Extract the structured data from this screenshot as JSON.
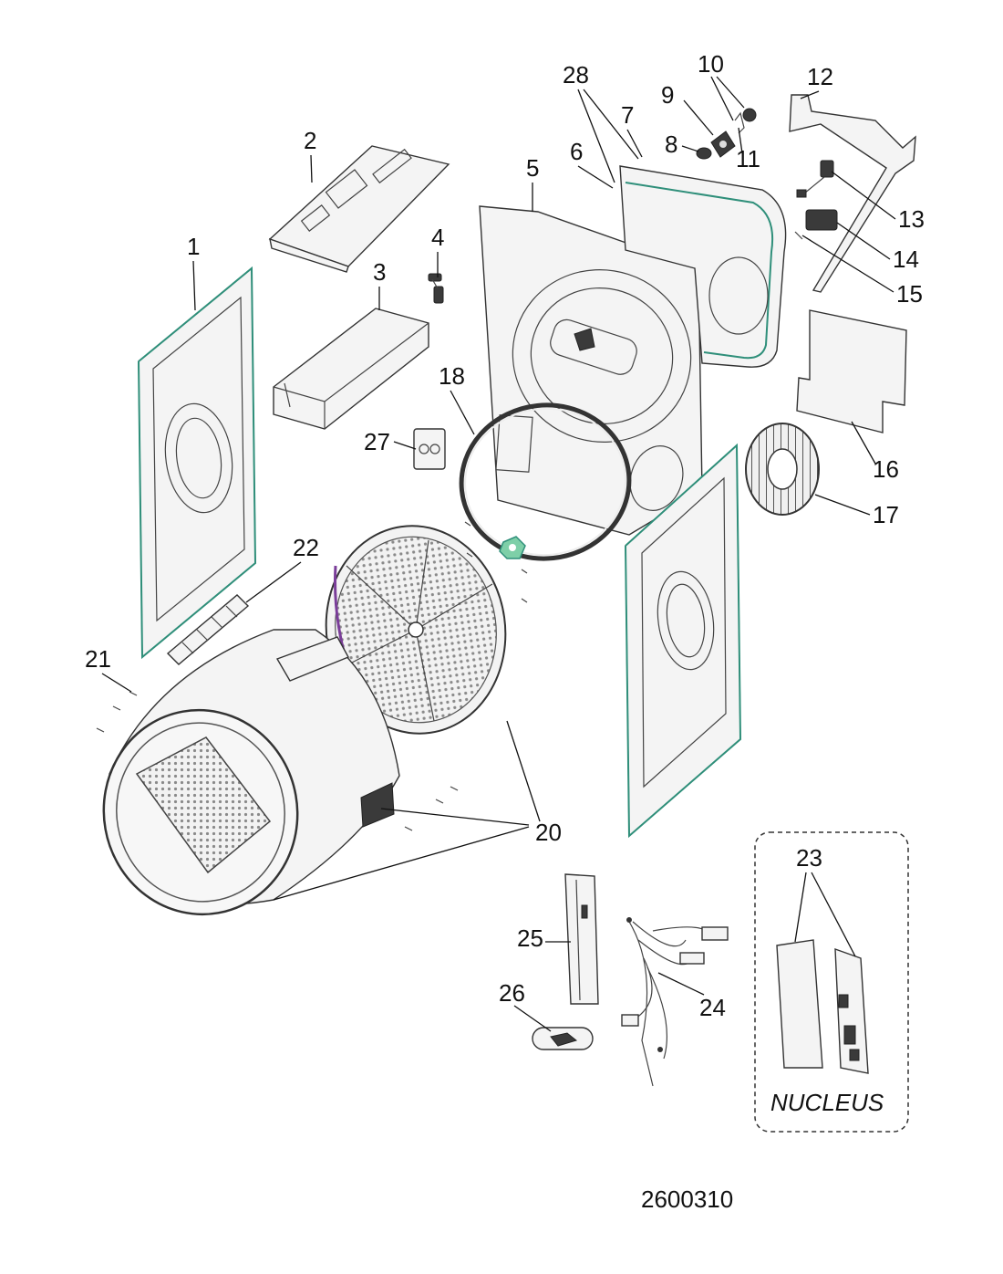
{
  "callouts": {
    "c1": "1",
    "c2": "2",
    "c3": "3",
    "c4": "4",
    "c5": "5",
    "c6": "6",
    "c7": "7",
    "c8": "8",
    "c9": "9",
    "c10": "10",
    "c11": "11",
    "c12": "12",
    "c13": "13",
    "c14": "14",
    "c15": "15",
    "c16": "16",
    "c17": "17",
    "c18": "18",
    "c20": "20",
    "c21": "21",
    "c22": "22",
    "c23": "23",
    "c24": "24",
    "c25": "25",
    "c26": "26",
    "c27": "27",
    "c28": "28"
  },
  "nucleus_label": "NUCLEUS",
  "document_number": "2600310",
  "colors": {
    "outline": "#333333",
    "accent_green": "#2f8f7a",
    "background": "#ffffff"
  }
}
